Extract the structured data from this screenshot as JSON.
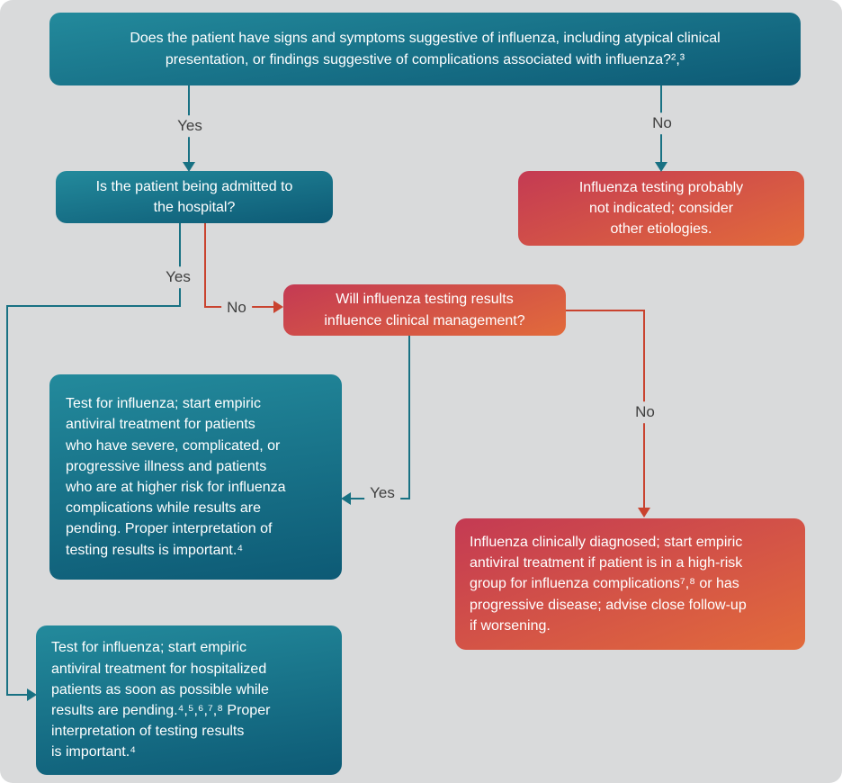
{
  "colors": {
    "background": "#d9dadb",
    "teal_top": "#238a9c",
    "teal_bottom": "#0d5a75",
    "red_top": "#c43a53",
    "red_bottom": "#e26b3b",
    "teal_line": "#187183",
    "red_line": "#c9432f",
    "label_text": "#3f3f3f"
  },
  "boxes": {
    "start": {
      "text": "Does the patient have signs and symptoms suggestive of influenza, including atypical clinical\npresentation, or findings suggestive of complications associated with influenza?²,³"
    },
    "admitted": {
      "text": "Is the patient being admitted to\nthe hospital?"
    },
    "not_indicated": {
      "text": "Influenza testing probably\nnot indicated; consider\nother etiologies."
    },
    "will_testing": {
      "text": "Will influenza testing results\ninfluence clinical management?"
    },
    "test_severe": {
      "text": "Test for influenza; start empiric\nantiviral treatment for patients\nwho have severe, complicated, or\nprogressive illness and patients\nwho are at higher risk for influenza\ncomplications while results are\npending.  Proper interpretation of\ntesting results is important.⁴"
    },
    "clinically_diagnosed": {
      "text": "Influenza clinically diagnosed; start empiric\nantiviral treatment if patient is in a high-risk\ngroup for influenza complications⁷,⁸ or has\nprogressive disease; advise close follow-up\nif worsening."
    },
    "test_hospitalized": {
      "text": "Test for influenza; start empiric\nantiviral treatment for hospitalized\npatients as soon as possible while\nresults are pending.⁴,⁵,⁶,⁷,⁸  Proper\ninterpretation of testing results\nis important.⁴"
    }
  },
  "labels": {
    "start_yes": "Yes",
    "start_no": "No",
    "admitted_yes": "Yes",
    "admitted_no": "No",
    "will_yes": "Yes",
    "will_no": "No"
  }
}
